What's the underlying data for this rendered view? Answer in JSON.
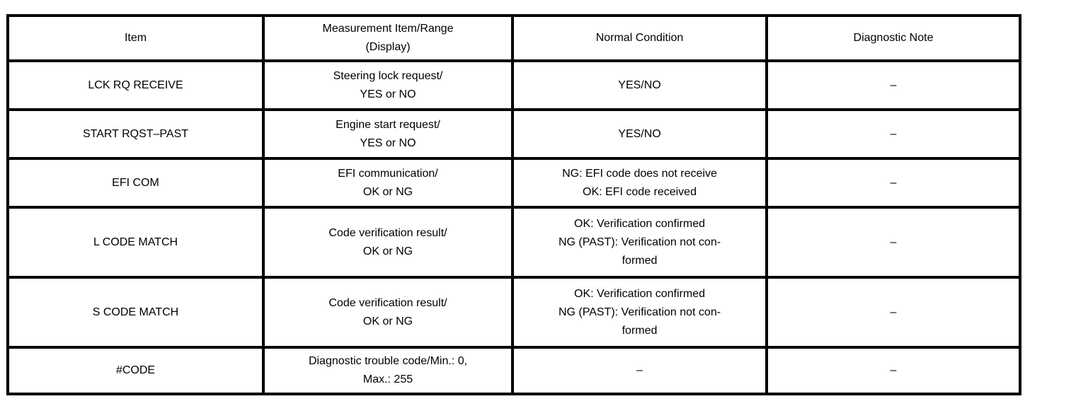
{
  "table": {
    "columns": [
      {
        "label": "Item"
      },
      {
        "label": "Measurement Item/Range\n(Display)"
      },
      {
        "label": "Normal Condition"
      },
      {
        "label": "Diagnostic Note"
      }
    ],
    "rows": [
      {
        "item": "LCK RQ RECEIVE",
        "measurement": "Steering lock request/\nYES or NO",
        "normal_condition": "YES/NO",
        "diagnostic_note": "–"
      },
      {
        "item": "START RQST–PAST",
        "measurement": "Engine start request/\nYES or NO",
        "normal_condition": "YES/NO",
        "diagnostic_note": "–"
      },
      {
        "item": "EFI COM",
        "measurement": "EFI communication/\nOK or NG",
        "normal_condition": "NG: EFI code does not receive\nOK: EFI code received",
        "diagnostic_note": "–"
      },
      {
        "item": "L CODE MATCH",
        "measurement": "Code verification result/\nOK or NG",
        "normal_condition": "OK: Verification confirmed\nNG (PAST): Verification not con-\nformed",
        "diagnostic_note": "–"
      },
      {
        "item": "S CODE MATCH",
        "measurement": "Code verification result/\nOK or NG",
        "normal_condition": "OK: Verification confirmed\nNG (PAST): Verification not con-\nformed",
        "diagnostic_note": "–"
      },
      {
        "item": "#CODE",
        "measurement": "Diagnostic trouble code/Min.: 0,\nMax.: 255",
        "normal_condition": "–",
        "diagnostic_note": "–"
      }
    ]
  }
}
